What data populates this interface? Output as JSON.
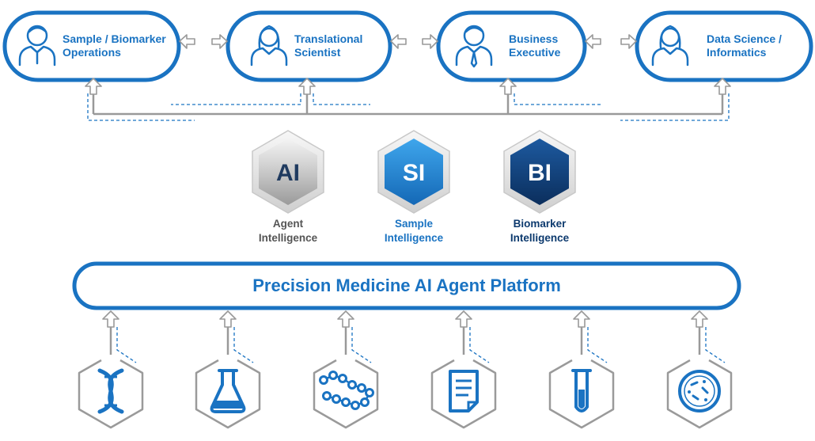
{
  "roles": [
    {
      "line1": "Sample / Biomarker",
      "line2": "Operations",
      "icon": "male-user-icon"
    },
    {
      "line1": "Translational",
      "line2": "Scientist",
      "icon": "female-user-icon"
    },
    {
      "line1": "Business",
      "line2": "Executive",
      "icon": "male-user-icon"
    },
    {
      "line1": "Data Science /",
      "line2": "Informatics",
      "icon": "female-user-icon"
    }
  ],
  "intelligences": [
    {
      "abbr": "AI",
      "line1": "Agent",
      "line2": "Intelligence",
      "color": "#555555"
    },
    {
      "abbr": "SI",
      "line1": "Sample",
      "line2": "Intelligence",
      "color": "#1a73c2"
    },
    {
      "abbr": "BI",
      "line1": "Biomarker",
      "line2": "Intelligence",
      "color": "#0d3a6e"
    }
  ],
  "platform": {
    "title": "Precision Medicine AI Agent Platform"
  },
  "sources": [
    {
      "icon": "dna-icon"
    },
    {
      "icon": "flask-icon"
    },
    {
      "icon": "molecule-chain-icon"
    },
    {
      "icon": "document-icon"
    },
    {
      "icon": "test-tube-icon"
    },
    {
      "icon": "petri-dish-icon"
    }
  ],
  "colors": {
    "accent": "#1a73c2",
    "dark": "#0d3a6e",
    "gray": "#8c8c8c"
  }
}
